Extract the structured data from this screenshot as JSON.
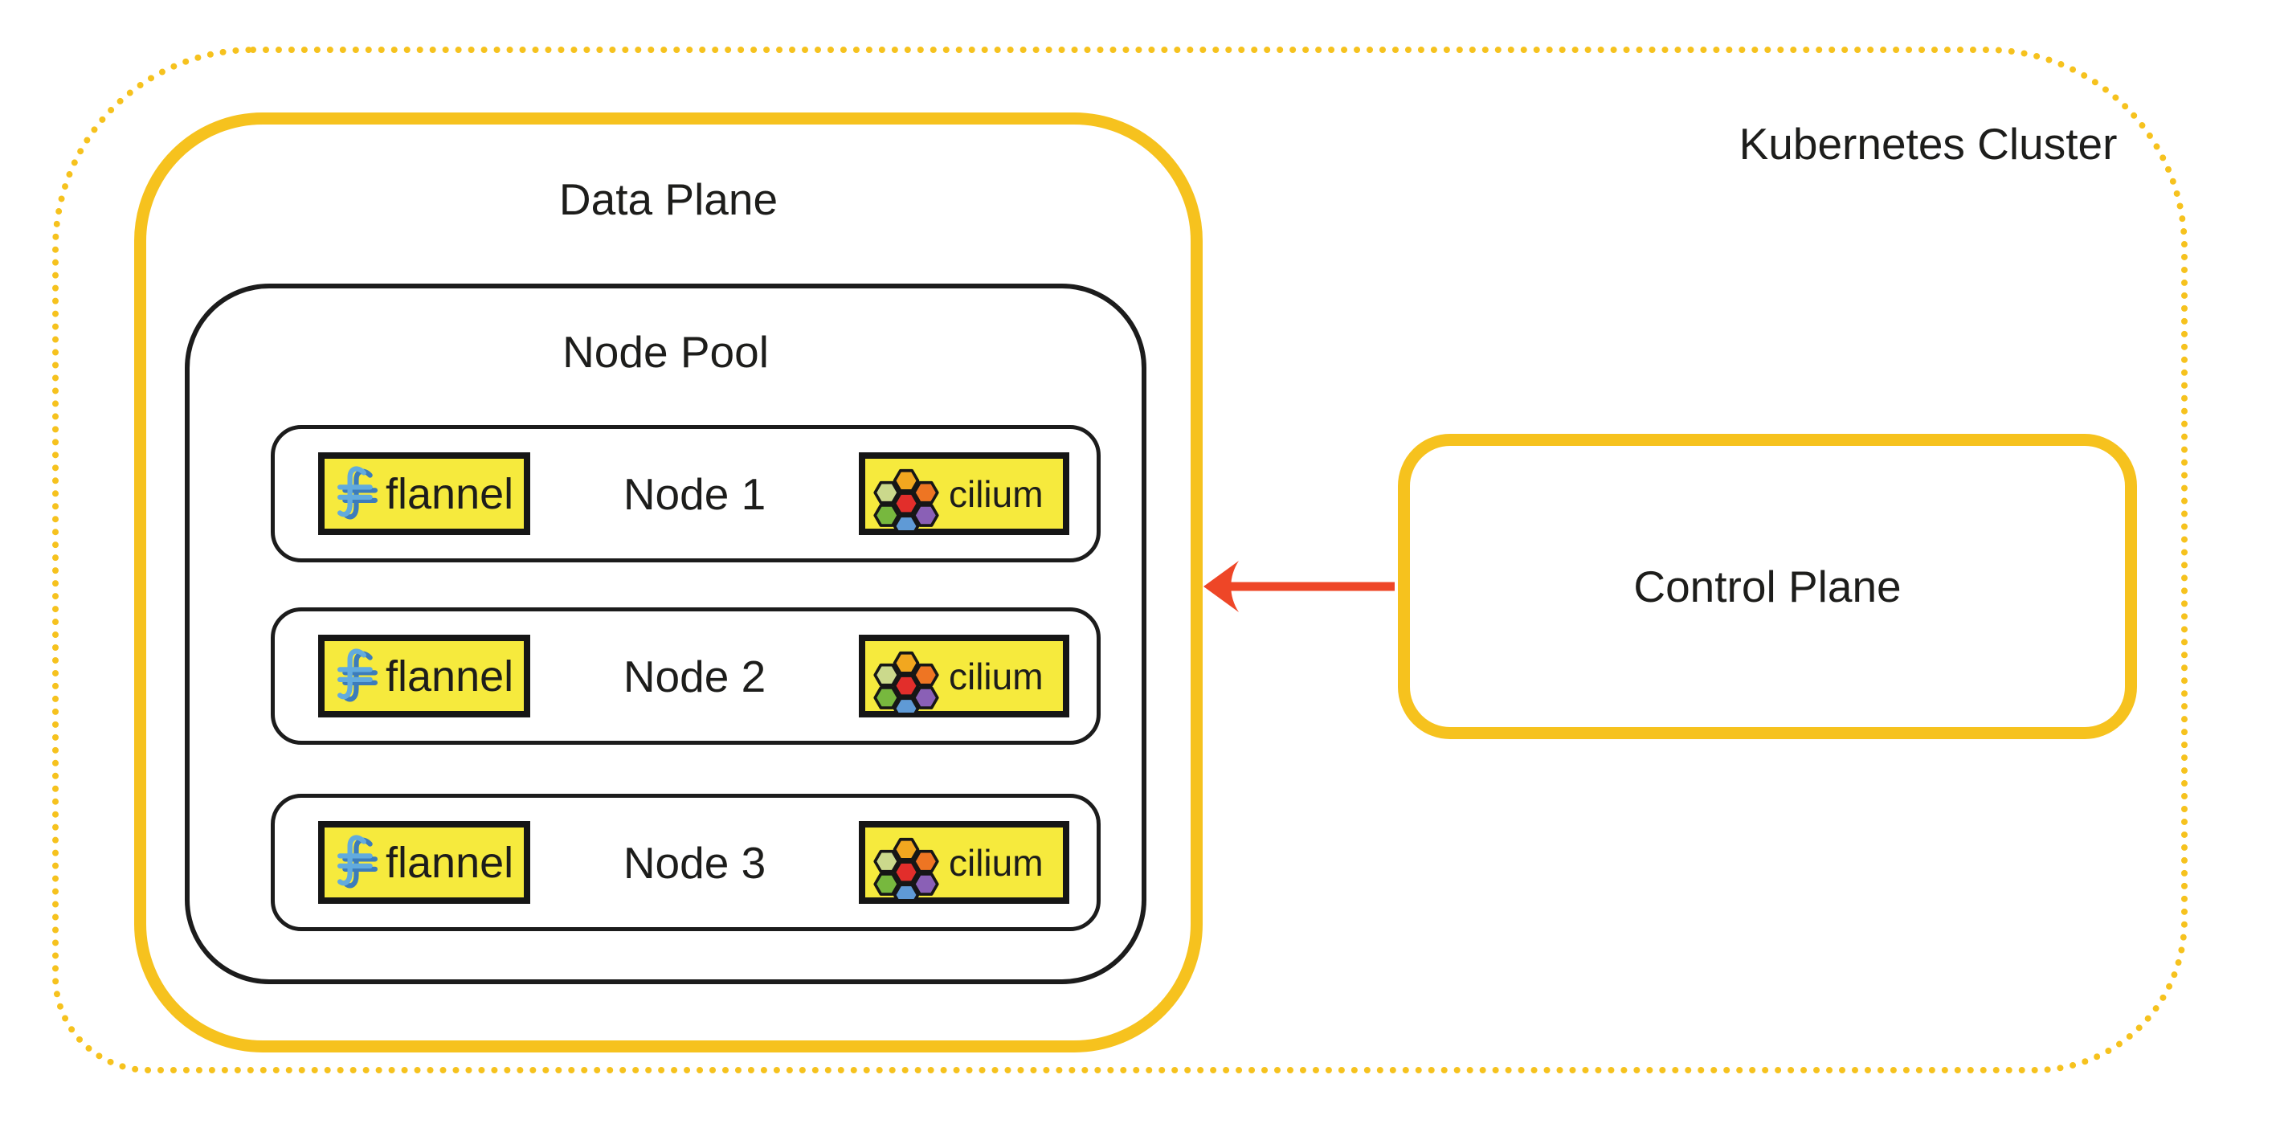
{
  "diagram": {
    "cluster": {
      "label": "Kubernetes Cluster"
    },
    "data_plane": {
      "title": "Data Plane"
    },
    "node_pool": {
      "title": "Node Pool"
    },
    "nodes": [
      {
        "label": "Node 1",
        "left_badge": "flannel",
        "right_badge": "cilium"
      },
      {
        "label": "Node 2",
        "left_badge": "flannel",
        "right_badge": "cilium"
      },
      {
        "label": "Node 3",
        "left_badge": "flannel",
        "right_badge": "cilium"
      }
    ],
    "control_plane": {
      "title": "Control Plane"
    },
    "connection": {
      "from": "Control Plane",
      "to": "Data Plane",
      "direction": "left"
    },
    "colors": {
      "accent_yellow": "#F6C21E",
      "badge_yellow": "#F6EA3D",
      "ink": "#1D1D1B",
      "arrow_red": "#EE4627",
      "flannel_blue_light": "#62ABDE",
      "flannel_blue_dark": "#3C7CBB",
      "cilium_hex": {
        "top": "#F2A71F",
        "upper_left": "#CBD98C",
        "upper_right": "#EE7523",
        "center": "#E22E2B",
        "lower_left": "#77B83E",
        "lower_right": "#8A60B6",
        "bottom": "#5F9AD6"
      }
    }
  }
}
